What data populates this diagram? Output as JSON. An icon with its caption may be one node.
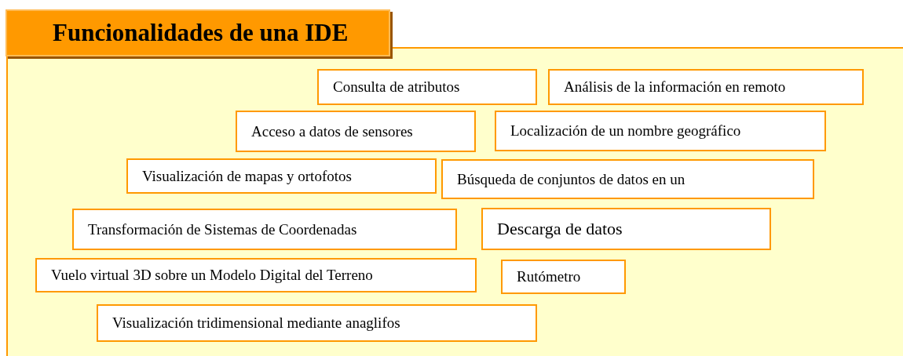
{
  "diagram": {
    "nodes": [
      {
        "text": [
          "Funcionalidades de una IDE"
        ]
      },
      {
        "text": [
          "Consulta de atributos"
        ],
        "in": 0
      },
      {
        "text": [
          "Análisis de la información en remoto"
        ],
        "in": 0
      },
      {
        "text": [
          "Acceso a datos de sensores"
        ],
        "in": 0
      },
      {
        "text": [
          "Localización de un nombre geográfico"
        ],
        "in": 0
      },
      {
        "text": [
          "Visualización de mapas y ortofotos"
        ],
        "in": 0
      },
      {
        "text": [
          "Búsqueda de conjuntos de datos en un"
        ],
        "in": 0
      },
      {
        "text": [
          "Transformación de Sistemas de Coordenadas"
        ],
        "in": 0
      },
      {
        "text": [
          "Descarga de datos"
        ],
        "in": 0
      },
      {
        "text": [
          "Vuelo virtual 3D sobre un Modelo Digital del Terreno"
        ],
        "in": 0
      },
      {
        "text": [
          "Rutómetro"
        ],
        "in": 0
      },
      {
        "text": [
          "Visualización tridimensional mediante anaglifos"
        ],
        "in": 0
      }
    ]
  }
}
